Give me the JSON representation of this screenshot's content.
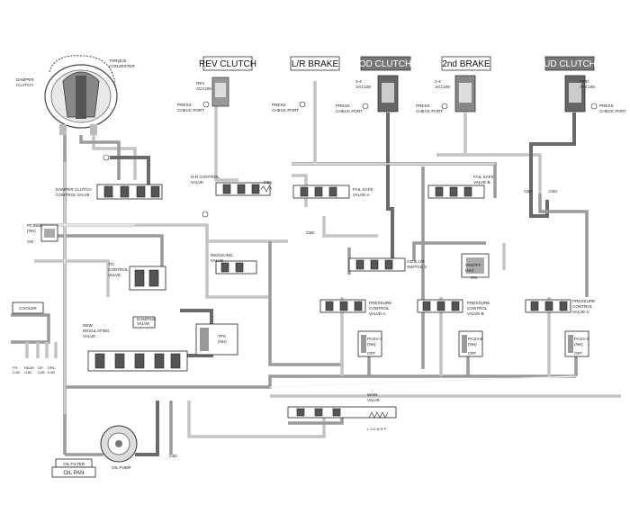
{
  "headers": {
    "rev_clutch": "REV CLUTCH",
    "lr_brake": "L/R BRAKE",
    "od_clutch": "OD CLUTCH",
    "second_brake": "2nd BRAKE",
    "ud_clutch": "UD CLUTCH"
  },
  "labels": {
    "damper_clutch": [
      "DAMPER",
      "CLUTCH"
    ],
    "torque_converter": [
      "TORQUE",
      "CONVERTER"
    ],
    "rev_accum": [
      "REV",
      "ACCUM"
    ],
    "accum_34": [
      "3-4",
      "ACCUM"
    ],
    "accum_24": [
      "2-4",
      "ACCUM"
    ],
    "fwd_accum": [
      "FWD",
      "ACCUM"
    ],
    "press_check_port": [
      "PRESS",
      "CHECK PORT"
    ],
    "nr_control_valve": [
      "N-R CONTROL",
      "VALVE"
    ],
    "cb2": "CB2",
    "cb3": "CB3",
    "cb4": "CB4",
    "cb5": "CB5",
    "cb1": "CB1",
    "fail_safe_a": [
      "FAIL SAFE",
      "VALVE-A"
    ],
    "fail_safe_b": [
      "FAIL SAFE",
      "VALVE-B"
    ],
    "damper_clutch_control_valve": [
      "DAMPER CLUTCH",
      "CONTROL VALVE"
    ],
    "pcsv_d": [
      "PCSV-D",
      "(NH)"
    ],
    "on": "ON",
    "off": "OFF",
    "reducing_valve": [
      "REDUCING",
      "VALVE"
    ],
    "od_lr_switch": [
      "OD & L/R",
      "SWITCH V"
    ],
    "onoff_nh": [
      "ON/OFF",
      "(NH)"
    ],
    "tc_control_valve": [
      "T/C",
      "CONTROL",
      "VALVE"
    ],
    "cooler": "COOLER",
    "damping_valve": [
      "DAMPING",
      "VALVE"
    ],
    "tps_nh": [
      "TPS",
      "(NH)"
    ],
    "new_regulating_valve": [
      "NEW",
      "REGULATING",
      "VALVE"
    ],
    "pcv_a": [
      "PRESSURE",
      "CONTROL",
      "VALVE-A"
    ],
    "pcv_b": [
      "PRESSURE",
      "CONTROL",
      "VALVE-B"
    ],
    "pcv_c": [
      "PRESSURE",
      "CONTROL",
      "VALVE-C"
    ],
    "pcsv_a": [
      "PCSV-A",
      "(NH)"
    ],
    "pcsv_b": [
      "PCSV-B",
      "(NH)"
    ],
    "pcsv_c": [
      "PCSV-C",
      "(NH)"
    ],
    "lub": [
      [
        "FR",
        "LUB"
      ],
      [
        "REAR",
        "LUB"
      ],
      [
        "DP",
        "LUB"
      ],
      [
        "DRC",
        "LUB"
      ]
    ],
    "main_valve": [
      "MAIN",
      "VALVE"
    ],
    "shift_positions": "L 3 D N R P",
    "oil_filter": "OIL FILTER",
    "oil_pan": "OIL PAN",
    "oil_pump": "OIL PUMP"
  }
}
